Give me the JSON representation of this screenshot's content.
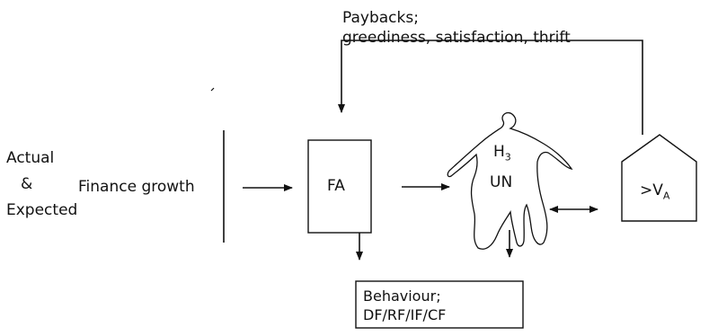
{
  "feedback": {
    "line1": "Paybacks;",
    "line2": "greediness, satisfaction, thrift"
  },
  "input": {
    "actual": "Actual",
    "amp": "&",
    "expected": "Expected",
    "growth": "Finance growth"
  },
  "fa_box": {
    "label": "FA"
  },
  "person": {
    "h": "H",
    "h_sub": "3",
    "un": "UN"
  },
  "house": {
    "prefix": ">V",
    "sub": "A"
  },
  "behaviour": {
    "line1": "Behaviour;",
    "line2": "DF/RF/IF/CF"
  }
}
